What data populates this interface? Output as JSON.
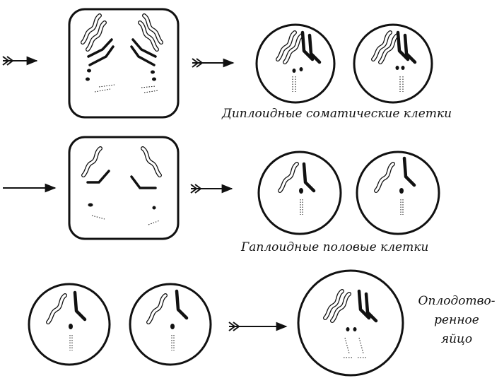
{
  "captions": {
    "diploid_somatic": "Диплоидные соматические клетки",
    "haploid_germ": "Гаплоидные половые клетки",
    "fertilized_egg": [
      "Оплодотво-",
      "ренное",
      "яйцо"
    ]
  },
  "colors": {
    "stroke": "#111111",
    "background": "#ffffff"
  }
}
